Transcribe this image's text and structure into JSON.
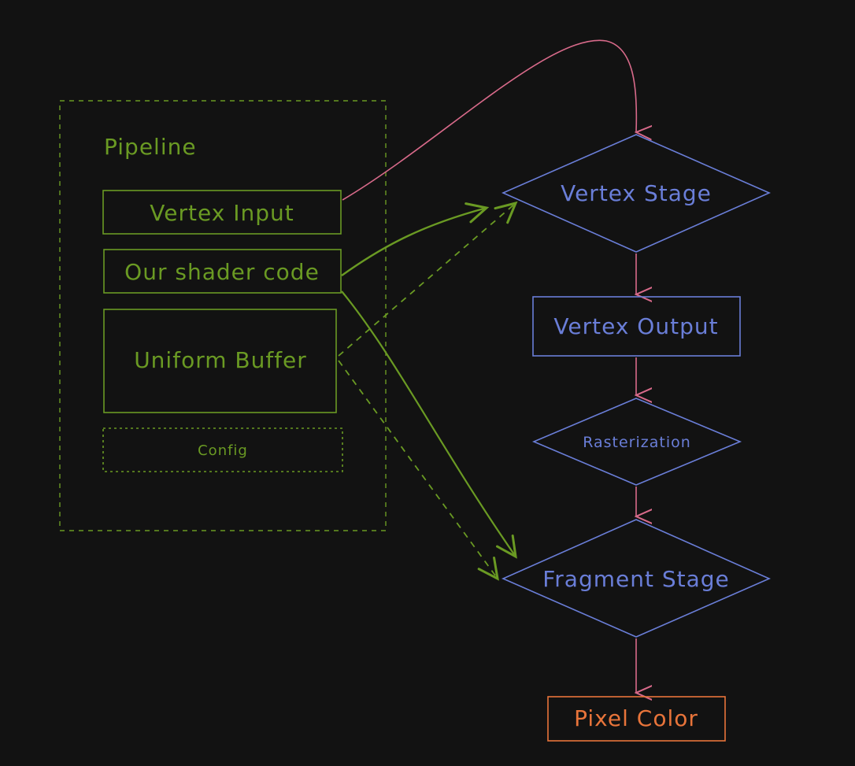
{
  "colors": {
    "background": "#121212",
    "green": "#6a9a23",
    "blue": "#6a7ed8",
    "pink": "#d86a8a",
    "orange": "#e8743a"
  },
  "pipeline": {
    "title": "Pipeline",
    "items": {
      "vertex_input": "Vertex Input",
      "shader_code": "Our shader code",
      "uniform_buffer": "Uniform Buffer",
      "config": "Config"
    }
  },
  "flow": {
    "vertex_stage": "Vertex Stage",
    "vertex_output": "Vertex Output",
    "rasterization": "Rasterization",
    "fragment_stage": "Fragment Stage",
    "pixel_color": "Pixel Color"
  }
}
